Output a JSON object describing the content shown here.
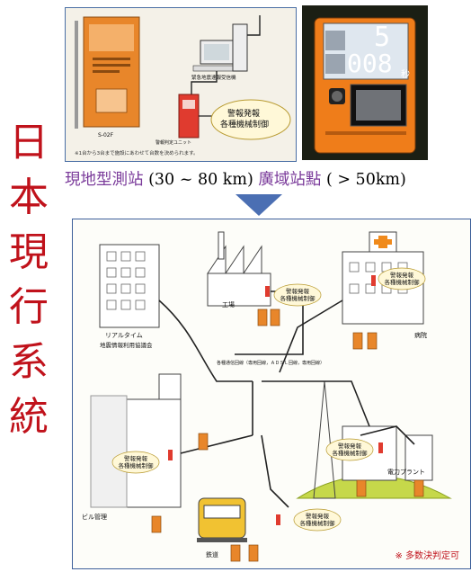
{
  "title_chars": [
    "日",
    "本",
    "現",
    "行",
    "系",
    "統"
  ],
  "photo1": {
    "device_label": "S-02F",
    "pc_label": "緊急地震速報受信機",
    "unit_label": "警報判定ユニット",
    "callout_line1": "警報発報",
    "callout_line2": "各種機械制御",
    "footnote": "※1台から3台まで施設にあわせて台数を決められます。"
  },
  "photo2": {
    "digit_top": "5",
    "digit_bottom": "008",
    "unit_bottom": "秒"
  },
  "caption": {
    "local_cjk": "現地型測站",
    "local_range": " (30 ~ 80 km) ",
    "wide_cjk": "廣域站點",
    "wide_range": " ( > 50km)"
  },
  "diagram": {
    "hq_label_1": "リアルタイム",
    "hq_label_2": "地震情報利用協議会",
    "factory_label": "工場",
    "hospital_label": "病院",
    "comm_label": "各種通信回線（専用回線，ＡＤＳＬ回線，専用回線）",
    "building_label": "ビル管理",
    "railway_label": "鉄道",
    "power_label": "電力プラント",
    "callout_line1": "警報発報",
    "callout_line2": "各種機械制御",
    "note": "※ 多数決判定可"
  },
  "colors": {
    "title": "#c0121b",
    "caption_cjk": "#7a3a9a",
    "device_orange": "#e8862a",
    "hill_green": "#c6d84a",
    "cross_orange": "#f08a1c"
  }
}
